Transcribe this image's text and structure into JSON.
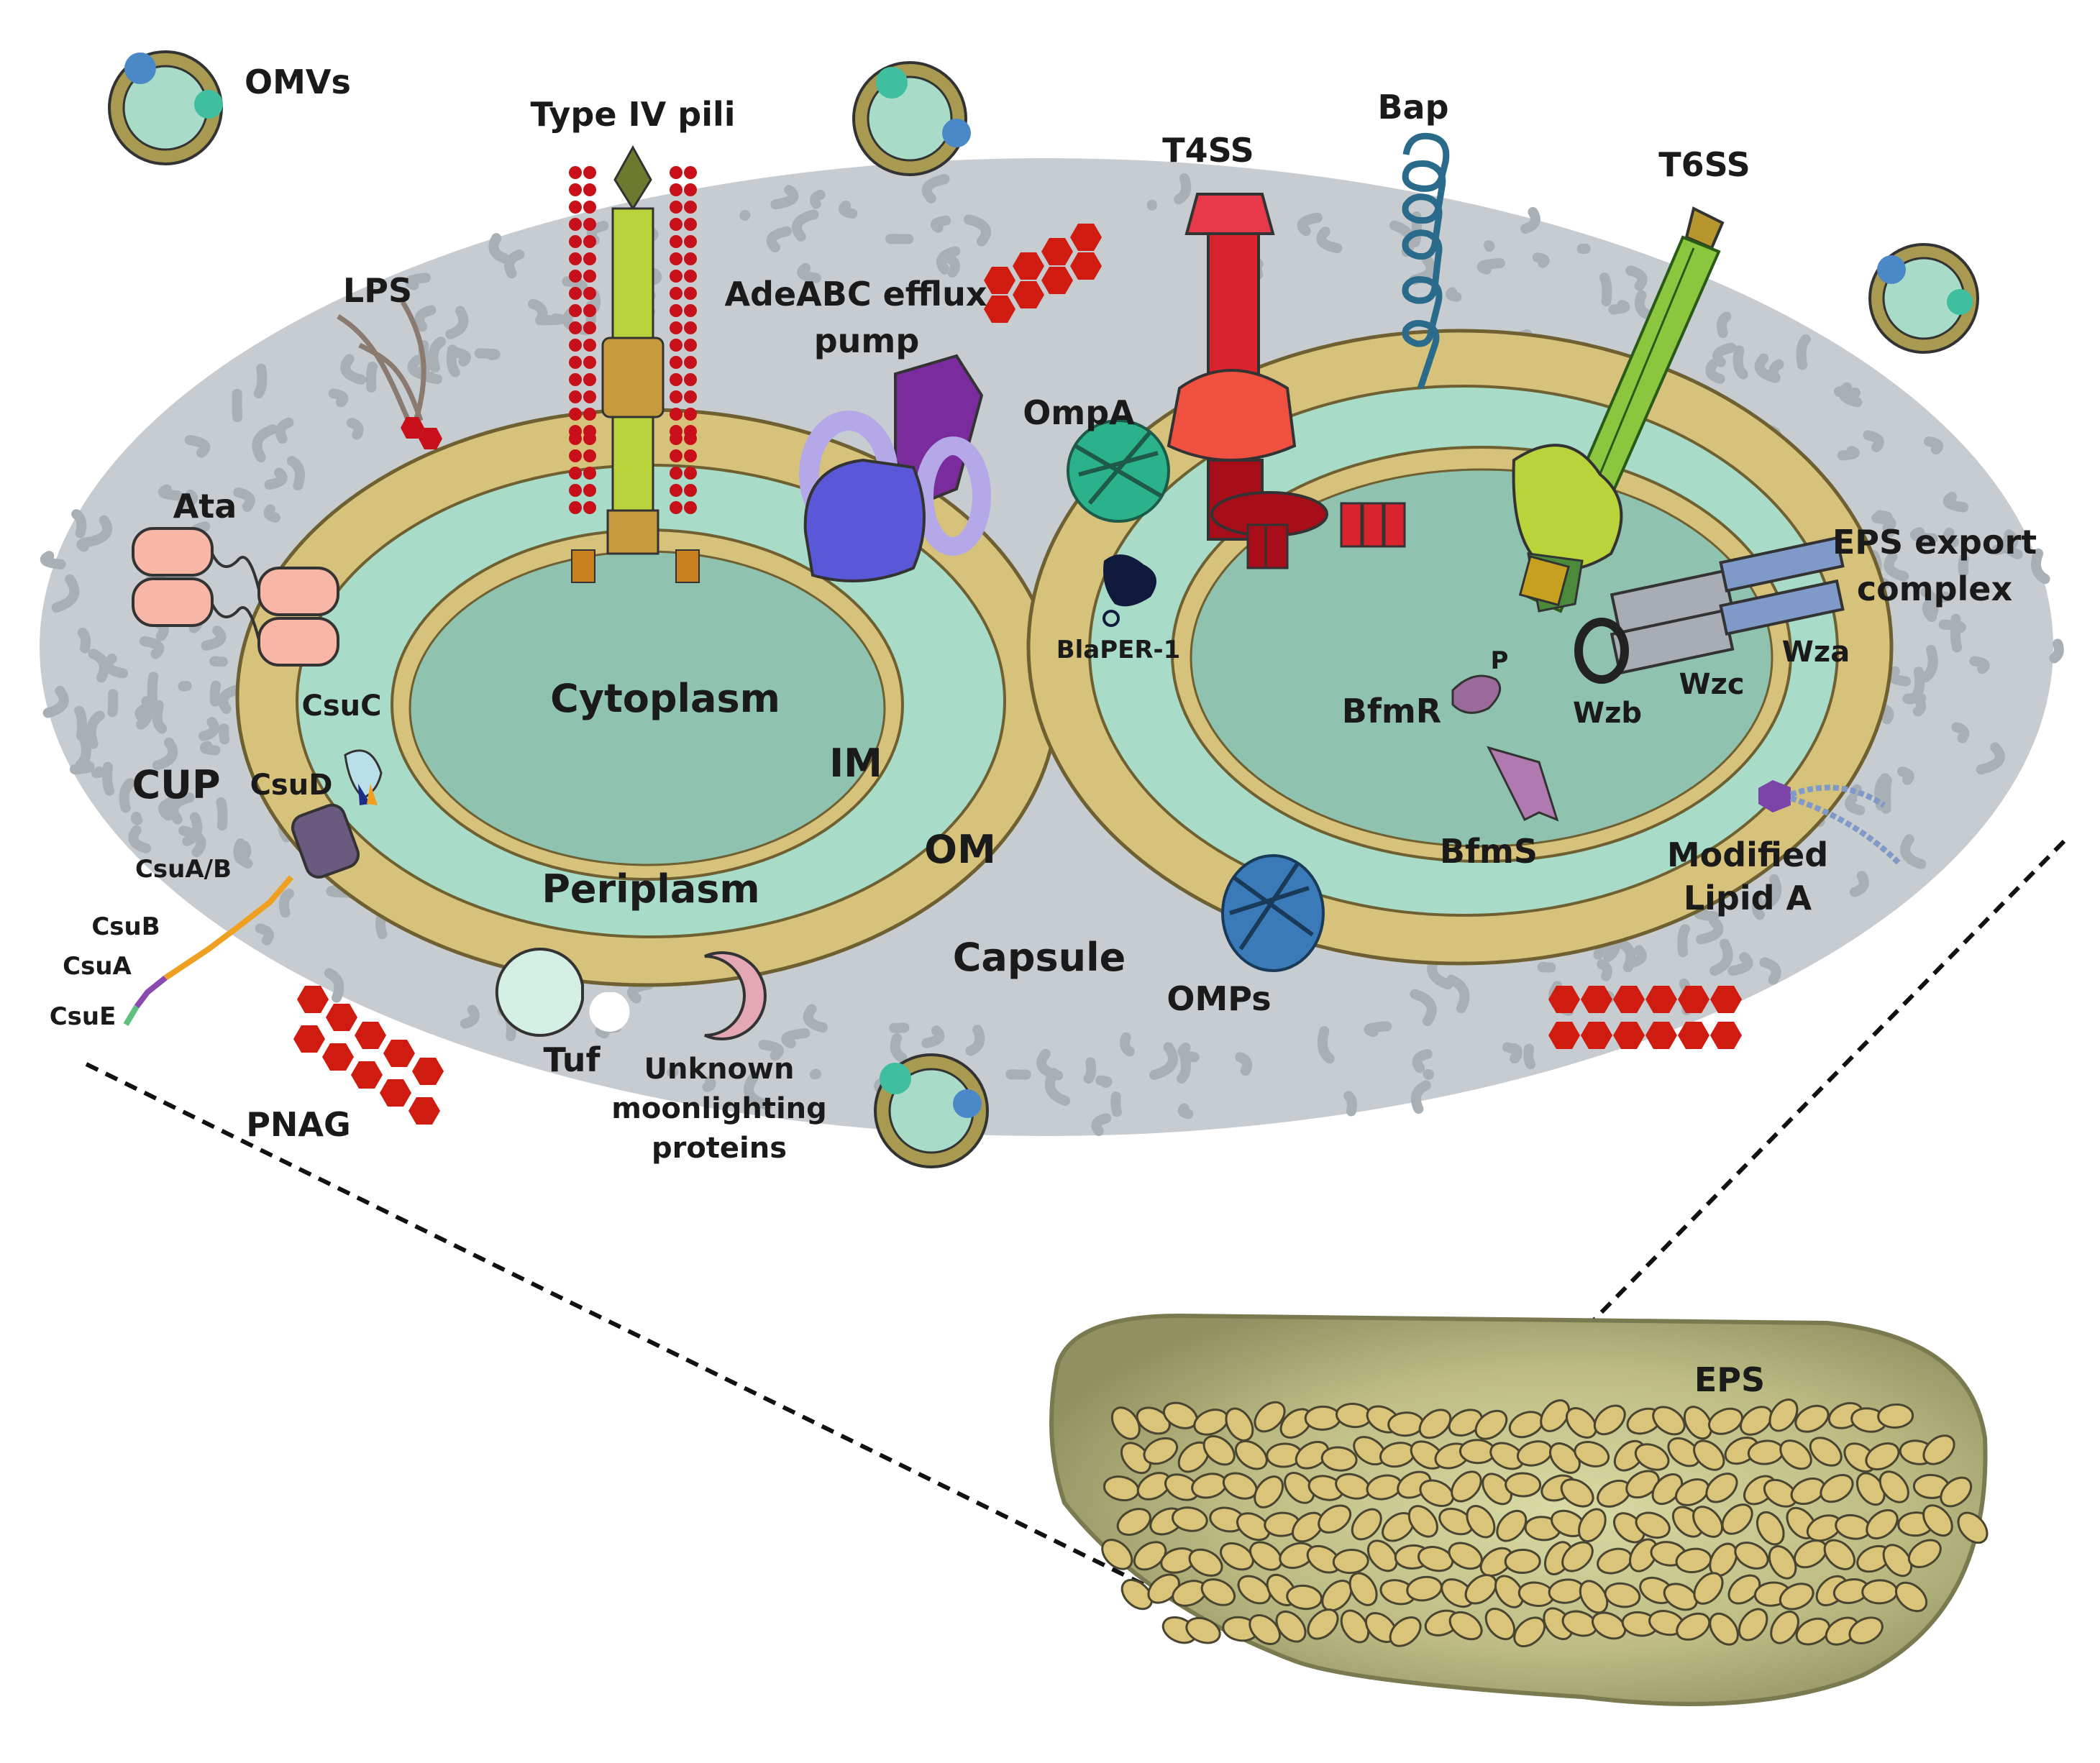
{
  "colors": {
    "capsule": "#b9bec2",
    "capsule_dark": "#9aa1a6",
    "outer_membrane": "#d7c27c",
    "periplasm": "#a8dcc8",
    "inner_membrane": "#d7c27c",
    "cytoplasm": "#8fc3b0",
    "eps_matrix": "#b8b680",
    "eps_cell": "#d4c47c",
    "pnag": "#d01c10",
    "t4ss": "#d9232d",
    "t6ss": "#8cc63e",
    "pump_purple": "#7a2c9c",
    "pump_blue": "#5a58d8"
  },
  "labels": {
    "omvs": "OMVs",
    "type_iv_pili": "Type IV pili",
    "bap": "Bap",
    "t4ss": "T4SS",
    "t6ss": "T6SS",
    "lps": "LPS",
    "adeabc_line1": "AdeABC efflux",
    "adeabc_line2": "pump",
    "ompa": "OmpA",
    "ata": "Ata",
    "eps_export_line1": "EPS export",
    "eps_export_line2": "complex",
    "wza": "Wza",
    "wzc": "Wzc",
    "wzb": "Wzb",
    "blaper": "BlaPER-1",
    "cytoplasm": "Cytoplasm",
    "im": "IM",
    "om": "OM",
    "periplasm": "Periplasm",
    "csuc": "CsuC",
    "csud": "CsuD",
    "cup": "CUP",
    "csuab": "CsuA/B",
    "csub": "CsuB",
    "csua": "CsuA",
    "csue": "CsuE",
    "bfmr": "BfmR",
    "bfmr_p": "P",
    "bfms": "BfmS",
    "modified_lipid_a_line1": "Modified",
    "modified_lipid_a_line2": "Lipid A",
    "capsule": "Capsule",
    "omps": "OMPs",
    "tuf": "Tuf",
    "unknown_line1": "Unknown",
    "unknown_line2": "moonlighting",
    "unknown_line3": "proteins",
    "pnag": "PNAG",
    "eps": "EPS"
  }
}
